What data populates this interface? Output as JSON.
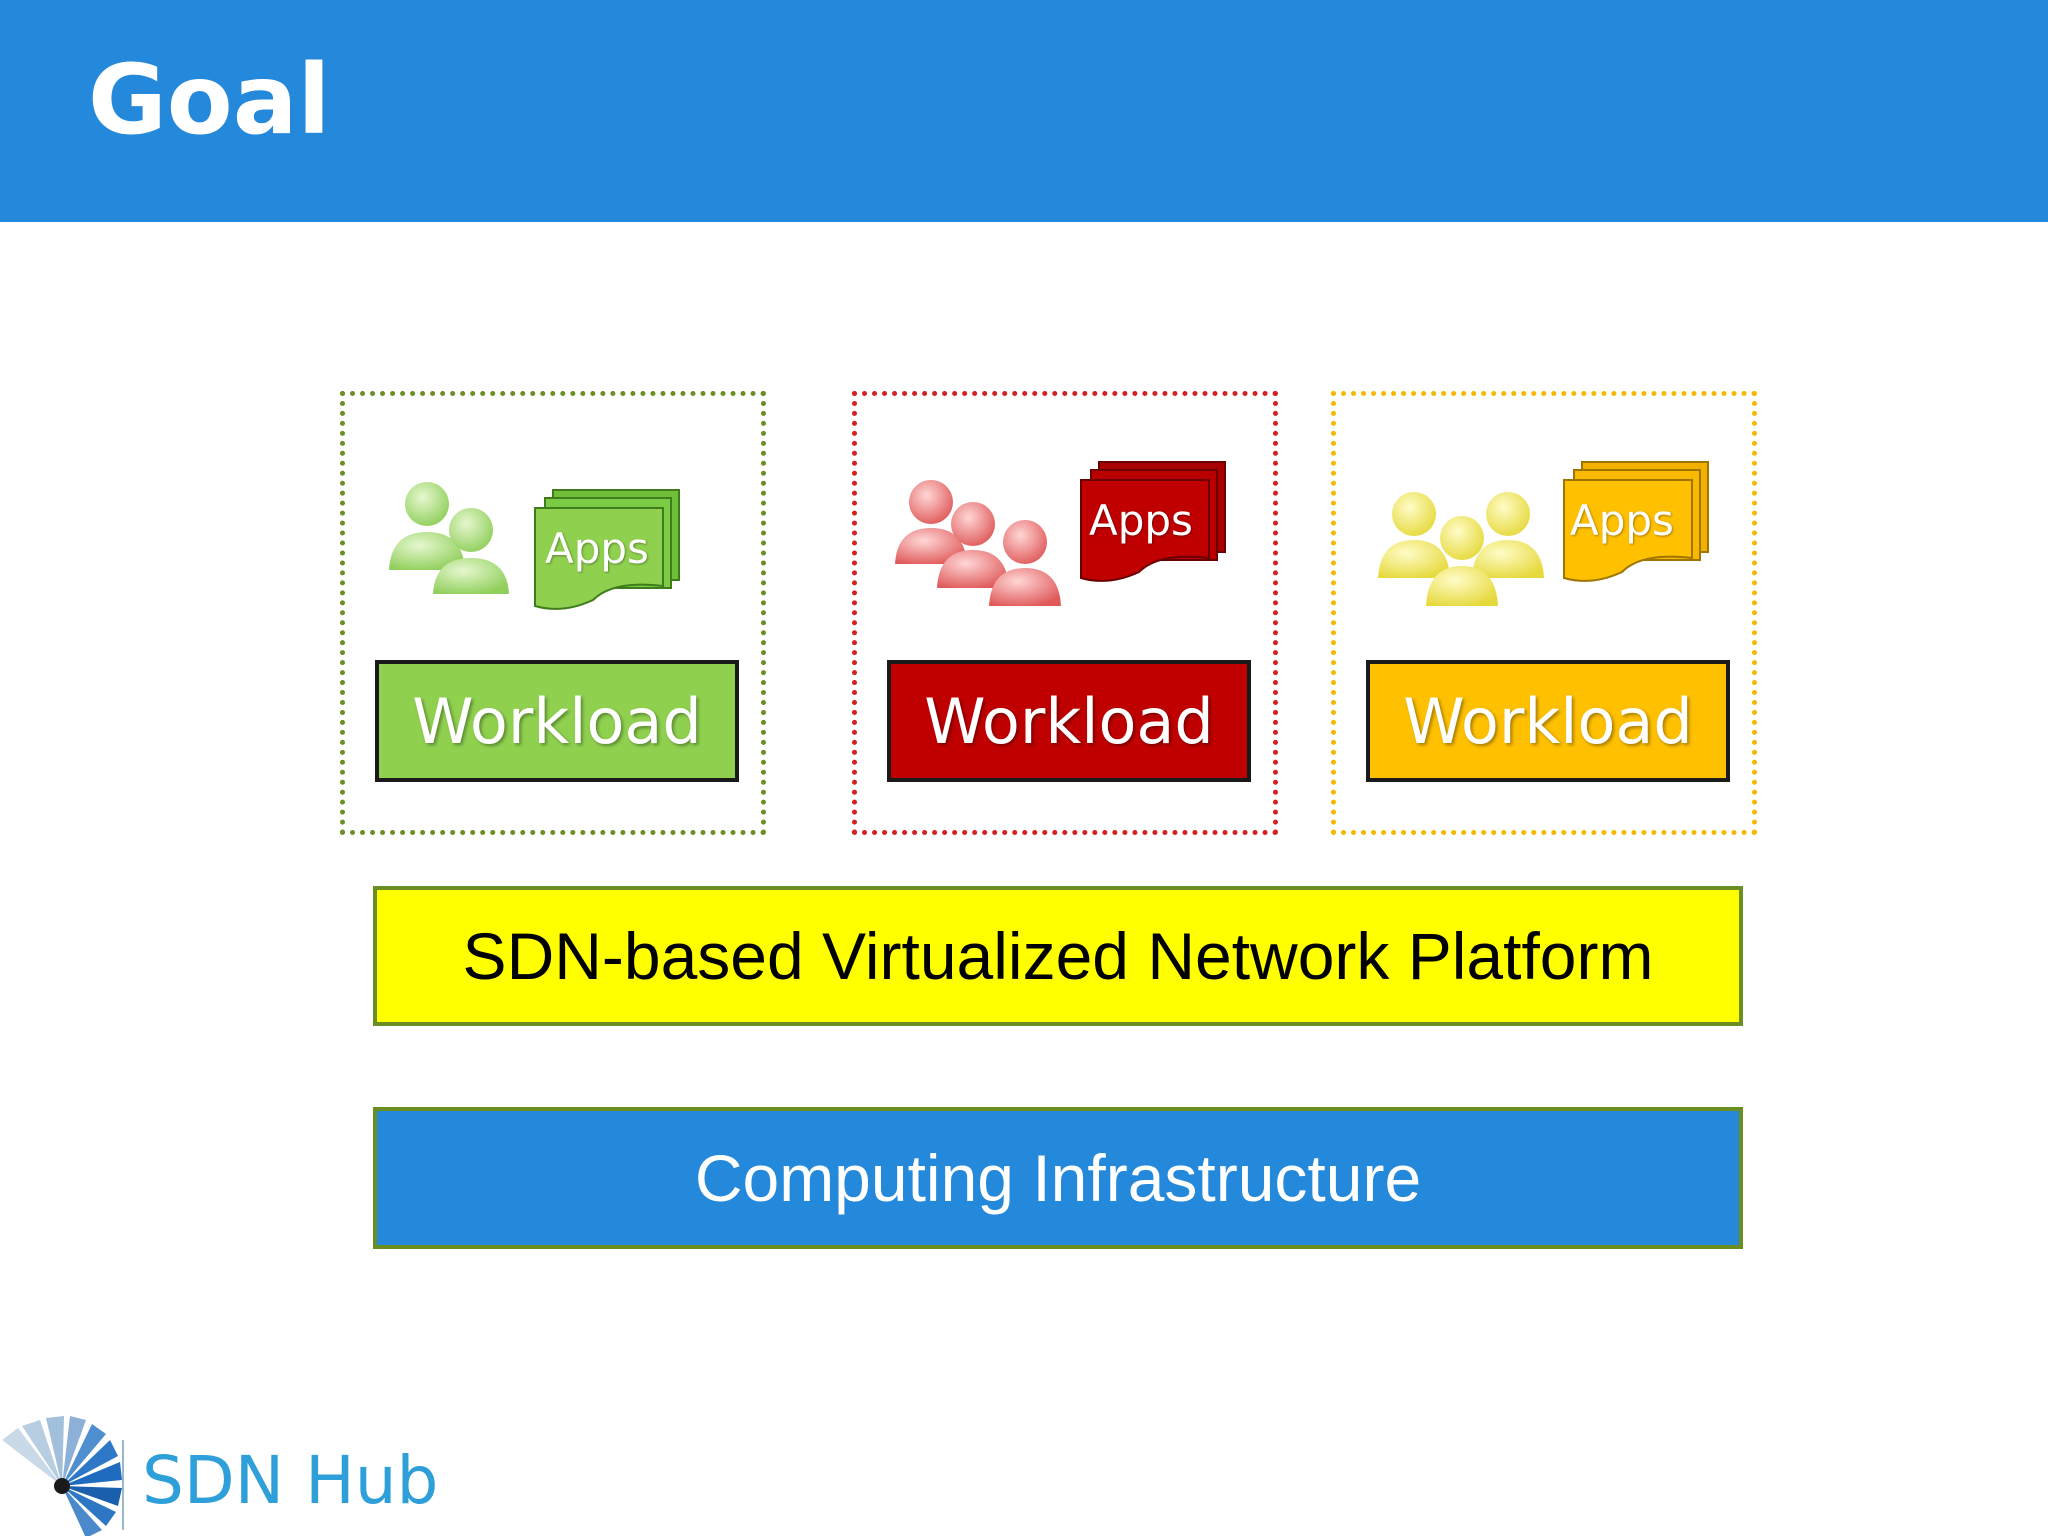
{
  "slide": {
    "title": "Goal"
  },
  "groups": [
    {
      "apps_label": "Apps",
      "workload_label": "Workload",
      "color": "#8fd14f",
      "border_color": "#6b8e23"
    },
    {
      "apps_label": "Apps",
      "workload_label": "Workload",
      "color": "#c00000",
      "border_color": "#d42020"
    },
    {
      "apps_label": "Apps",
      "workload_label": "Workload",
      "color": "#ffc000",
      "border_color": "#f5b800"
    }
  ],
  "platform": {
    "label": "SDN-based Virtualized Network Platform",
    "color": "#ffff00"
  },
  "infrastructure": {
    "label": "Computing Infrastructure",
    "color": "#2488db"
  },
  "logo": {
    "text": "SDN Hub",
    "icon": "sdn-hub-logo-icon"
  }
}
